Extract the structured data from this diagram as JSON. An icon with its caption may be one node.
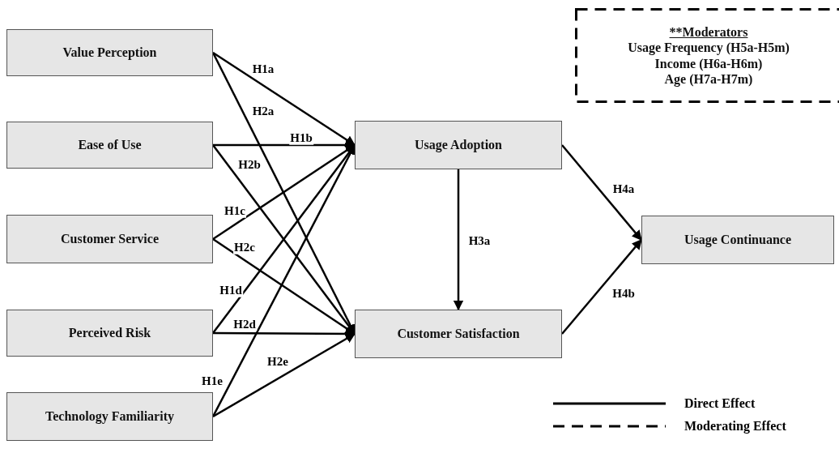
{
  "diagram": {
    "nodes": [
      {
        "text": [
          "Value Perception"
        ]
      },
      {
        "text": [
          "Ease of Use"
        ]
      },
      {
        "text": [
          "Customer Service"
        ]
      },
      {
        "text": [
          "Perceived Risk"
        ]
      },
      {
        "text": [
          "Technology Familiarity"
        ]
      },
      {
        "text": [
          "Usage Adoption"
        ]
      },
      {
        "text": [
          "Customer Satisfaction"
        ]
      },
      {
        "text": [
          "Usage Continuance"
        ]
      },
      {
        "text": [
          "**Moderators",
          "Usage Frequency (H5a-H5m)",
          "Income (H6a-H6m)",
          "Age (H7a-H7m)"
        ]
      }
    ],
    "edges": [
      {
        "from": 0,
        "to": 5,
        "arrow": "to",
        "label": "H1a"
      },
      {
        "from": 0,
        "to": 6,
        "arrow": "to",
        "label": "H2a"
      },
      {
        "from": 1,
        "to": 5,
        "arrow": "to",
        "label": "H1b"
      },
      {
        "from": 1,
        "to": 6,
        "arrow": "to",
        "label": "H2b"
      },
      {
        "from": 2,
        "to": 5,
        "arrow": "to",
        "label": "H1c"
      },
      {
        "from": 2,
        "to": 6,
        "arrow": "to",
        "label": "H2c"
      },
      {
        "from": 3,
        "to": 5,
        "arrow": "to",
        "label": "H1d"
      },
      {
        "from": 3,
        "to": 6,
        "arrow": "to",
        "label": "H2d"
      },
      {
        "from": 4,
        "to": 5,
        "arrow": "to",
        "label": "H1e"
      },
      {
        "from": 4,
        "to": 6,
        "arrow": "to",
        "label": "H2e"
      },
      {
        "from": 5,
        "to": 6,
        "arrow": "to",
        "label": "H3a"
      },
      {
        "from": 5,
        "to": 7,
        "arrow": "to",
        "label": "H4a"
      },
      {
        "from": 6,
        "to": 7,
        "arrow": "to",
        "label": "H4b"
      }
    ],
    "legend": [
      {
        "text": "Direct Effect"
      },
      {
        "text": "Moderating Effect"
      }
    ]
  }
}
